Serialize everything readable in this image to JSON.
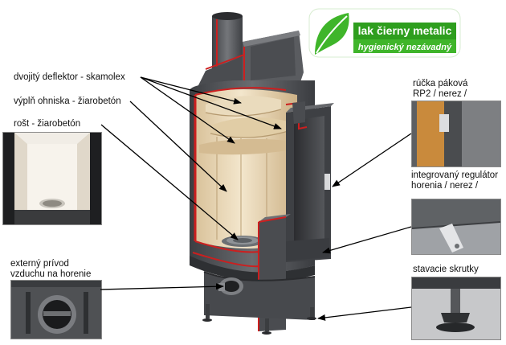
{
  "badge": {
    "line1": "lak čierny metalic",
    "line2": "hygienický nezávadný"
  },
  "labels": {
    "deflector": "dvojitý deflektor  -  skamolex",
    "filling": "výplň ohniska - žiarobetón",
    "grate": "rošt  -  žiarobetón",
    "air_line1": "externý prívod",
    "air_line2": "vzduchu na horenie",
    "handle_line1": "rúčka páková",
    "handle_line2": "RP2 / nerez /",
    "regulator_line1": "integrovaný regulátor",
    "regulator_line2": "horenia / nerez /",
    "screws": "stavacie skrutky"
  },
  "colors": {
    "badge_green": "#2e9e1e",
    "cut_red": "#cc1f1f",
    "stove_dark": "#505256",
    "chamotte": "#e6d3b0"
  }
}
